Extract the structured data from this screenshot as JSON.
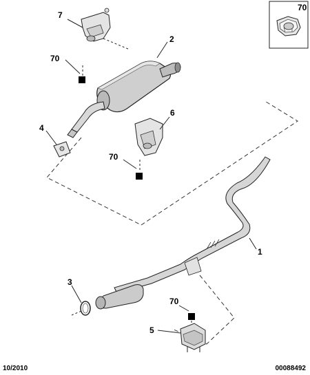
{
  "callouts": {
    "c1": "1",
    "c2": "2",
    "c3": "3",
    "c4": "4",
    "c5": "5",
    "c6": "6",
    "c7": "7",
    "c70_a": "70",
    "c70_b": "70",
    "c70_c": "70",
    "c70_inset": "70"
  },
  "footer": {
    "date": "10/2010",
    "reference": "00088492"
  }
}
